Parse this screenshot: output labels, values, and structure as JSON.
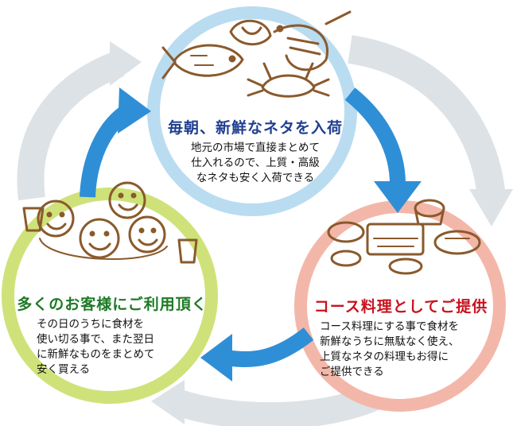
{
  "colors": {
    "top_circle": "#b9dcf1",
    "right_circle": "#f3b7aa",
    "left_circle": "#cfe27a",
    "grey_arrows": "#dde2e6",
    "blue_arrow": "#2f8fd6",
    "title_top": "#1f3e90",
    "title_right": "#c8121e",
    "title_left": "#1d7a25",
    "sketch_line": "#8a5a2c"
  },
  "steps": {
    "top": {
      "title": "毎朝、新鮮なネタを入荷",
      "desc": [
        "地元の市場で直接まとめて",
        "仕入れるので、上質・高級",
        "なネタも安く入荷できる"
      ],
      "icon": "seafood-illustration"
    },
    "right": {
      "title": "コース料理としてご提供",
      "desc": [
        "コース料理にする事で食材を",
        "新鮮なうちに無駄なく使え、",
        "上質なネタの料理もお得に",
        "ご提供できる"
      ],
      "icon": "course-meal-illustration"
    },
    "left": {
      "title": "多くのお客様にご利用頂く",
      "desc": [
        "その日のうちに食材を",
        "使い切る事で、また翌日",
        "に新鮮なものをまとめて",
        "安く買える"
      ],
      "icon": "happy-customers-illustration"
    }
  }
}
